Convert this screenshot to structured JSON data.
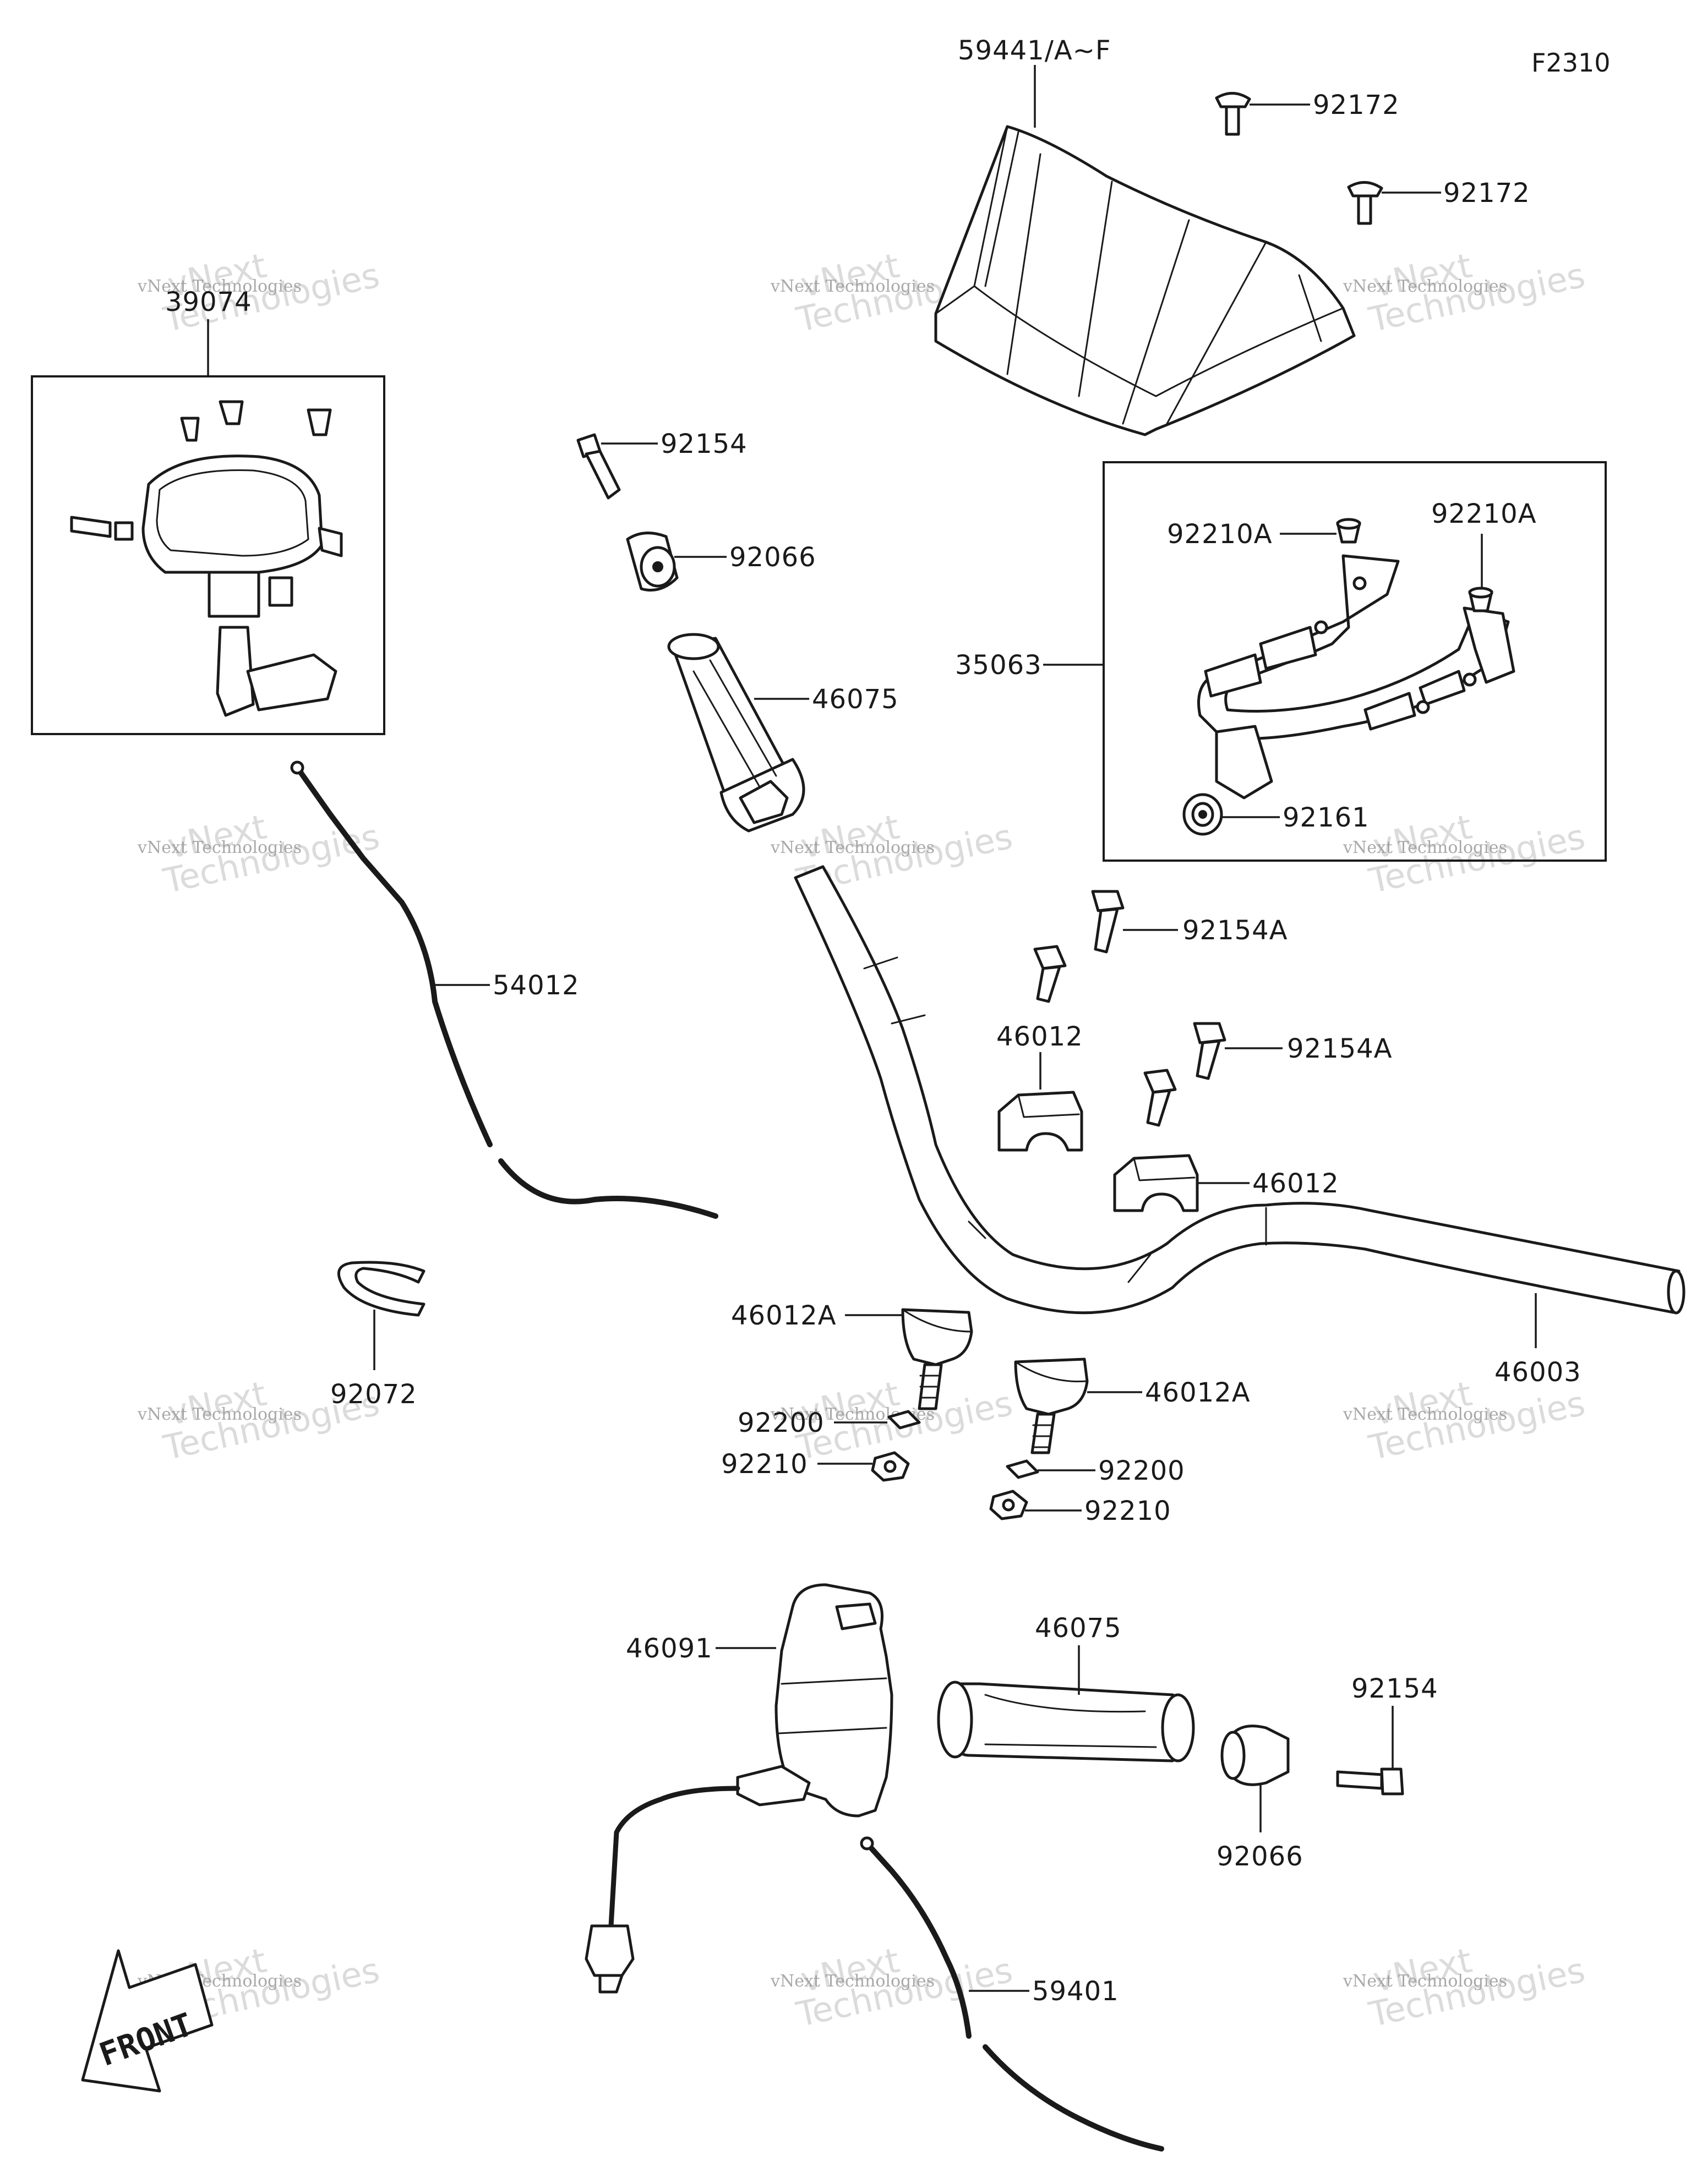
{
  "figure_code": "F2310",
  "watermark": {
    "brand": "vNext Technologies",
    "line_a": "vNext",
    "line_b": "Technologies"
  },
  "front_marker": "FRONT",
  "parts": {
    "windshield": "59441/A~F",
    "windshield_bolt_a": "92172",
    "windshield_bolt_b": "92172",
    "meter_assy": "39074",
    "bracket": "35063",
    "bracket_nut_a": "92210A",
    "bracket_nut_b": "92210A",
    "bracket_grommet": "92161",
    "bar_end_screw_left": "92154",
    "bar_end_weight_left": "92066",
    "grip_left": "46075",
    "throttle_cable": "54012",
    "clamp_bolt_a": "92154A",
    "clamp_bolt_b": "92154A",
    "holder_upper_a": "46012",
    "holder_upper_b": "46012",
    "handlebar": "46003",
    "cable_band": "92072",
    "holder_lower_a": "46012A",
    "holder_lower_b": "46012A",
    "washer_a": "92200",
    "washer_b": "92200",
    "nut_a": "92210",
    "nut_b": "92210",
    "switch_housing": "46091",
    "grip_right": "46075",
    "bar_end_screw_right": "92154",
    "bar_end_weight_right": "92066",
    "brake_cable": "59401"
  }
}
